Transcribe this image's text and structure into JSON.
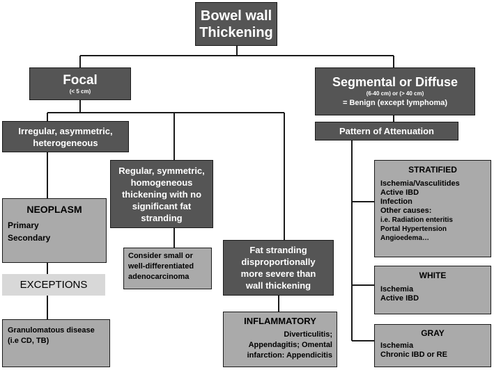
{
  "root": {
    "title_line1": "Bowel wall",
    "title_line2": "Thickening"
  },
  "focal": {
    "title": "Focal",
    "size": "(< 5 cm)"
  },
  "segmental": {
    "title": "Segmental or Diffuse",
    "size": "(6-40 cm) or (> 40 cm)",
    "note": "= Benign (except lymphoma)"
  },
  "irregular": {
    "line1": "Irregular, asymmetric,",
    "line2": "heterogeneous"
  },
  "regular": {
    "lines": [
      "Regular, symmetric,",
      "homogeneous",
      "thickening with no",
      "significant fat",
      "stranding"
    ]
  },
  "neoplasm": {
    "title": "NEOPLASM",
    "items": [
      "Primary",
      "Secondary"
    ]
  },
  "exceptions": {
    "label": "EXCEPTIONS"
  },
  "granulomatous": {
    "line1": "Granulomatous disease",
    "line2": "(i.e CD, TB)"
  },
  "consider": {
    "lines": [
      "Consider small or",
      "well-differentiated",
      "adenocarcinoma"
    ]
  },
  "fat_stranding": {
    "lines": [
      "Fat stranding",
      "disproportionally",
      "more severe than",
      "wall thickening"
    ]
  },
  "inflammatory": {
    "title": "INFLAMMATORY",
    "lines": [
      "Diverticulitis;",
      "Appendagitis; Omental",
      "infarction: Appendicitis"
    ]
  },
  "attenuation": {
    "title": "Pattern of Attenuation"
  },
  "stratified": {
    "title": "STRATIFIED",
    "items": [
      "Ischemia/Vasculitides",
      "Active IBD",
      "Infection",
      "Other causes:",
      "i.e. Radiation enteritis",
      "Portal Hypertension",
      "Angioedema…"
    ]
  },
  "white": {
    "title": "WHITE",
    "items": [
      "Ischemia",
      "Active IBD"
    ]
  },
  "gray": {
    "title": "GRAY",
    "items": [
      "Ischemia",
      "Chronic IBD or RE"
    ]
  }
}
